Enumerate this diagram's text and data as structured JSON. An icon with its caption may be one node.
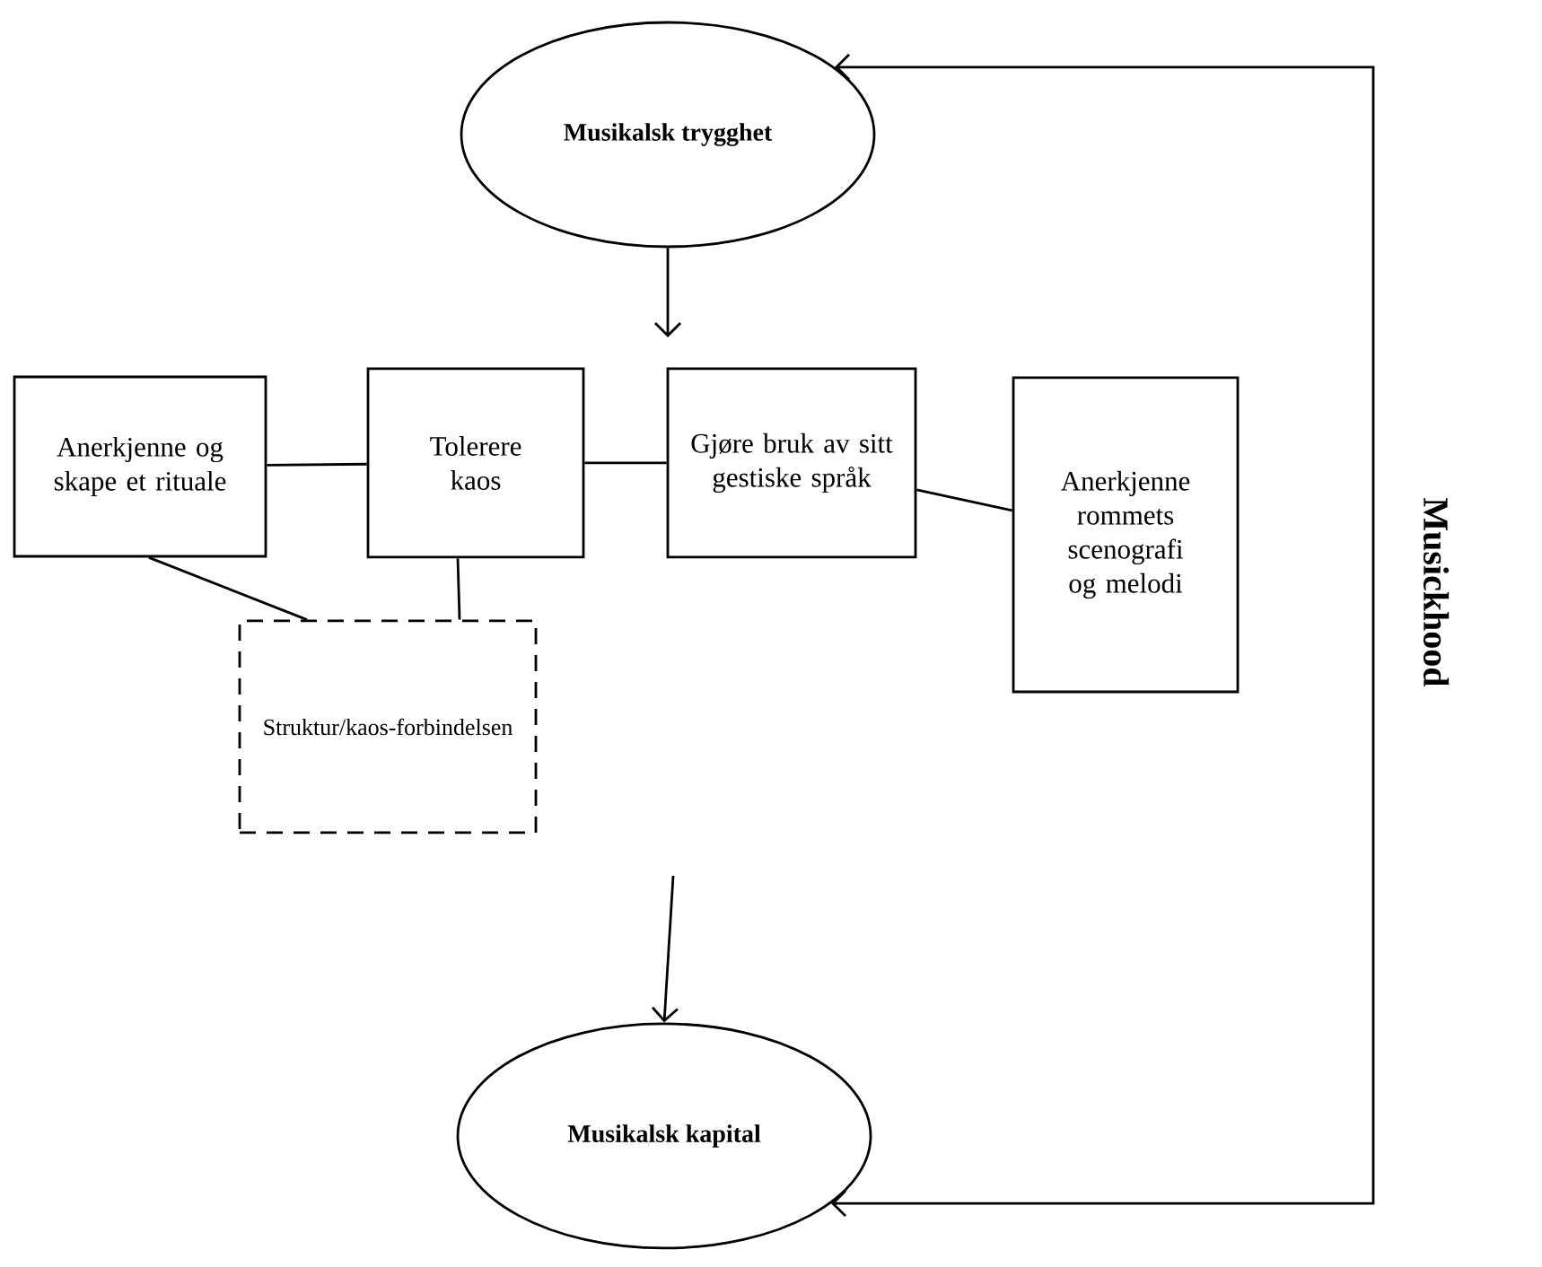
{
  "diagram": {
    "nodes": [
      {
        "text": [
          "Musikalsk trygghet"
        ]
      },
      {
        "text": [
          "Anerkjenne og skape et rituale"
        ]
      },
      {
        "text": [
          "Tolerere kaos"
        ]
      },
      {
        "text": [
          "Gjøre bruk av sitt gestiske språk"
        ]
      },
      {
        "text": [
          "Anerkjenne rommets scenografi og melodi"
        ]
      },
      {
        "text": [
          "Struktur/kaos-forbindelsen"
        ]
      },
      {
        "text": [
          "Musikalsk kapital"
        ]
      }
    ],
    "edges": [
      {
        "from": 0,
        "to": null,
        "arrow": "to"
      },
      {
        "from": 1,
        "to": 2,
        "arrow": "none"
      },
      {
        "from": 2,
        "to": 3,
        "arrow": "none"
      },
      {
        "from": 3,
        "to": 4,
        "arrow": "none"
      },
      {
        "from": 1,
        "to": 5,
        "arrow": "none"
      },
      {
        "from": 2,
        "to": 5,
        "arrow": "none"
      },
      {
        "from": null,
        "to": 6,
        "arrow": "to"
      },
      {
        "from": 6,
        "to": 0,
        "arrow": "both",
        "label": "Musickhood"
      }
    ]
  }
}
